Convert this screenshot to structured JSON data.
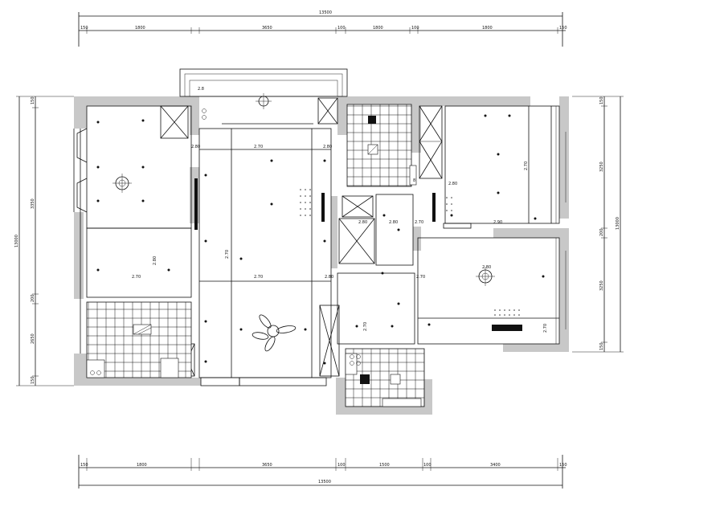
{
  "dimensions": {
    "top_total": "13500",
    "top_segments": [
      "150",
      "1800",
      "3650",
      "100",
      "1800",
      "100",
      "1800",
      "150"
    ],
    "bottom_total": "13500",
    "bottom_segments": [
      "150",
      "1800",
      "3650",
      "100",
      "1500",
      "100",
      "3400",
      "150"
    ],
    "left_total": "13000",
    "left_segments": [
      "150",
      "3350",
      "200",
      "2650",
      "150"
    ],
    "right_total": "13000",
    "right_segments": [
      "150",
      "3250",
      "200",
      "3250",
      "150"
    ]
  },
  "room_labels": {
    "balcony_top": "2.8",
    "living_top": "2.70",
    "living_mid": "2.70",
    "living_side": "2.70",
    "hall_left": "2.80",
    "hall_right": "2.80",
    "bedroom_left_mid": "2.70",
    "bedroom_left_bot": "2.80",
    "corridor_a": "2.80",
    "corridor_b": "2.80",
    "corridor_c": "2.80",
    "corridor_d": "2.70",
    "corridor_e": "2.70",
    "bedroom_right_top": "2.90",
    "bedroom_right_side": "2.70",
    "bedroom_right_bot": "2.80",
    "bedroom_right_low": "2.70",
    "dining": "2.70",
    "corner": "2.80",
    "notes_small": "8"
  },
  "colors": {
    "wall_fill": "#c8c8c8",
    "line": "#111111",
    "tile_black": "#111111"
  },
  "fixtures": [
    "ceiling-lamp-icon",
    "ceiling-fan-icon",
    "downlight-icon",
    "wardrobe-icon",
    "cabinet-icon"
  ]
}
